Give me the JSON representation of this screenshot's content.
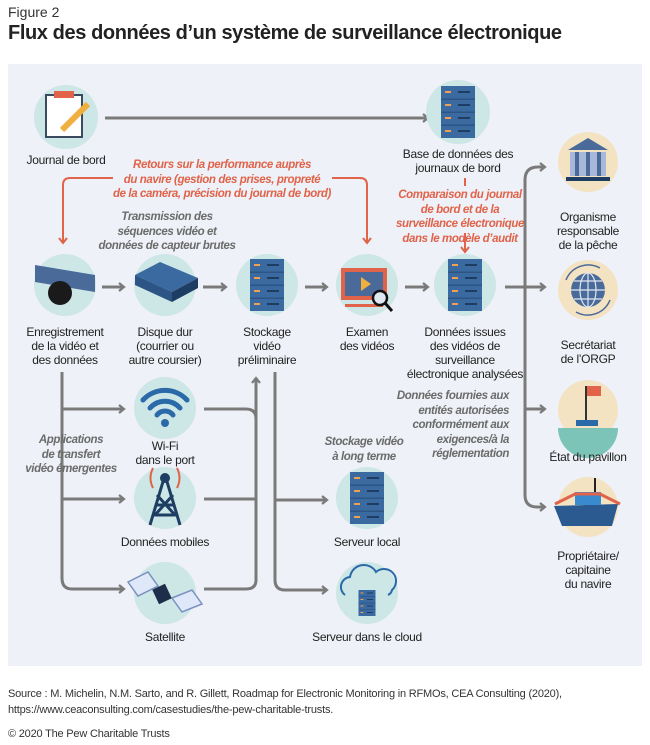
{
  "figure_label": "Figure 2",
  "title": "Flux des données d’un système de surveillance électronique",
  "nodes": {
    "journal": "Journal de bord",
    "base": [
      "Base de données des",
      "journaux de bord"
    ],
    "enregistrement": [
      "Enregistrement",
      "de la vidéo et",
      "des données"
    ],
    "disque": [
      "Disque dur",
      "(courrier ou",
      "autre coursier)"
    ],
    "stockage": [
      "Stockage",
      "vidéo",
      "préliminaire"
    ],
    "examen": [
      "Examen",
      "des vidéos"
    ],
    "donnees": [
      "Données issues",
      "des vidéos de",
      "surveillance",
      "électronique analysées"
    ],
    "wifi": [
      "Wi-Fi",
      "dans le port"
    ],
    "mobile": "Données mobiles",
    "satellite": "Satellite",
    "serveur_local": "Serveur local",
    "cloud": "Serveur dans le cloud",
    "organisme": [
      "Organisme",
      "responsable",
      "de la pêche"
    ],
    "secretariat": [
      "Secrétariat",
      "de l’ORGP"
    ],
    "etat": "État du pavillon",
    "proprietaire": [
      "Propriétaire/",
      "capitaine",
      "du navire"
    ]
  },
  "annotations": {
    "retours": [
      "Retours sur la performance auprès",
      "du navire (gestion des prises, propreté",
      "de la caméra, précision du journal de bord)"
    ],
    "transmission": [
      "Transmission des",
      "séquences vidéo et",
      "données de capteur brutes"
    ],
    "comparaison": [
      "Comparaison du journal",
      "de bord et de la",
      "surveillance électronique",
      "dans le modèle d’audit"
    ],
    "applications": [
      "Applications",
      "de transfert",
      "vidéo émergentes"
    ],
    "stockage_long": [
      "Stockage vidéo",
      "à long terme"
    ],
    "fournies": [
      "Données fournies aux",
      "entités autorisées",
      "conformément aux",
      "exigences/à la",
      "réglementation"
    ]
  },
  "source": [
    "Source : M. Michelin, N.M. Sarto, and R. Gillett, Roadmap for Electronic Monitoring in RFMOs, CEA Consulting (2020),",
    "https://www.ceaconsulting.com/casestudies/the-pew-charitable-trusts."
  ],
  "copyright": "© 2020 The Pew Charitable Trusts",
  "colors": {
    "panel": "#eef1f7",
    "teal_circle": "#cde6e6",
    "tan_circle": "#f3e3c3",
    "server": "#3a6aa0",
    "arrow": "#7a7a7a",
    "accent": "#e0634a"
  }
}
